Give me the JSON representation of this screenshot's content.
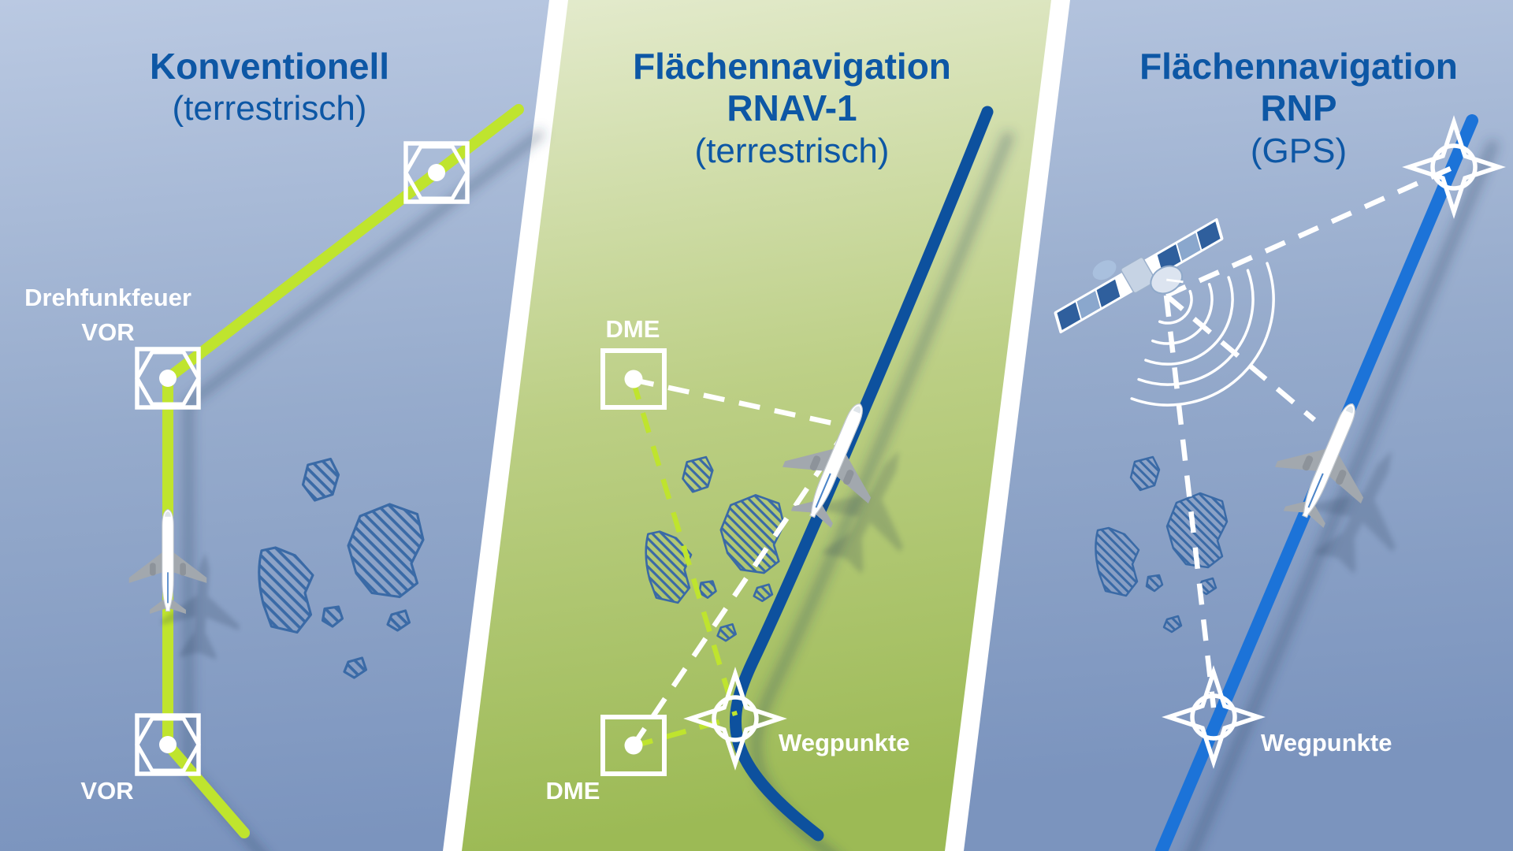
{
  "colors": {
    "title_blue": "#0d57a5",
    "panel_blue_top": "#b9c8e1",
    "panel_blue_bottom": "#7b94be",
    "panel_green_top": "#e3eacc",
    "panel_green_bottom": "#9cba55",
    "route_green": "#bfe42e",
    "route_navy": "#0f519e",
    "route_blue": "#1e73d8",
    "divider_white": "#ffffff",
    "label_white": "#ffffff",
    "island_hatch_blue": "#3a6aa6"
  },
  "panels": [
    {
      "id": "konventionell",
      "title": [
        "Konventionell",
        "(terrestrisch)"
      ],
      "labels": {
        "beacon_line1": "Drehfunkfeuer",
        "beacon_line2": "VOR",
        "vor_bottom": "VOR"
      }
    },
    {
      "id": "rnav1",
      "title": [
        "Flächennavigation",
        "RNAV-1",
        "(terrestrisch)"
      ],
      "labels": {
        "dme_top": "DME",
        "dme_bottom": "DME",
        "waypoints": "Wegpunkte"
      }
    },
    {
      "id": "rnp",
      "title": [
        "Flächennavigation",
        "RNP",
        "(GPS)"
      ],
      "labels": {
        "waypoints": "Wegpunkte"
      }
    }
  ]
}
